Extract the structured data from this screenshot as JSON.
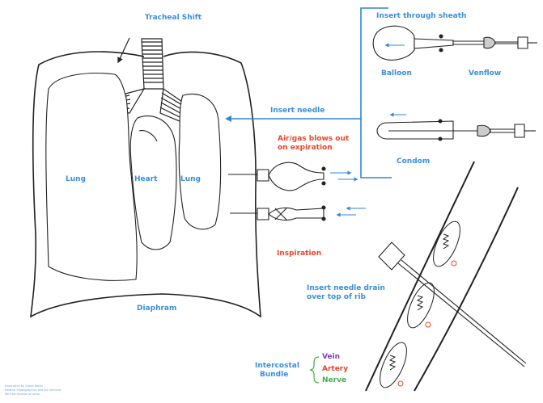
{
  "labels": {
    "tracheal_shift": "Tracheal Shift",
    "insert_through_sheath": "Insert through sheath",
    "balloon": "Balloon",
    "venflow": "Venflow",
    "insert_needle": "Insert needle",
    "air_gas_line1": "Air/gas blows out",
    "air_gas_line2": "on expiration",
    "condom": "Condom",
    "lung_left": "Lung",
    "heart": "Heart",
    "lung_right": "Lung",
    "inspiration": "Inspiration",
    "needle_drain_line1": "Insert needle drain",
    "needle_drain_line2": "over top of rib",
    "diaphragm": "Diaphram",
    "intercostal_line1": "Intercostal",
    "intercostal_line2": "Bundle",
    "vein": "Vein",
    "artery": "Artery",
    "nerve": "Nerve"
  },
  "credits": [
    "Illustration by Grace Rohlic",
    "Medical Photographics and Art Services",
    "With permission of artist"
  ],
  "colors": {
    "line": "#222222",
    "label_blue": "#3a8fd8",
    "label_red": "#e8452a",
    "vein": "#7b3fb5",
    "artery": "#e8452a",
    "nerve": "#3fae49",
    "arrow_blue": "#2f86d6"
  }
}
